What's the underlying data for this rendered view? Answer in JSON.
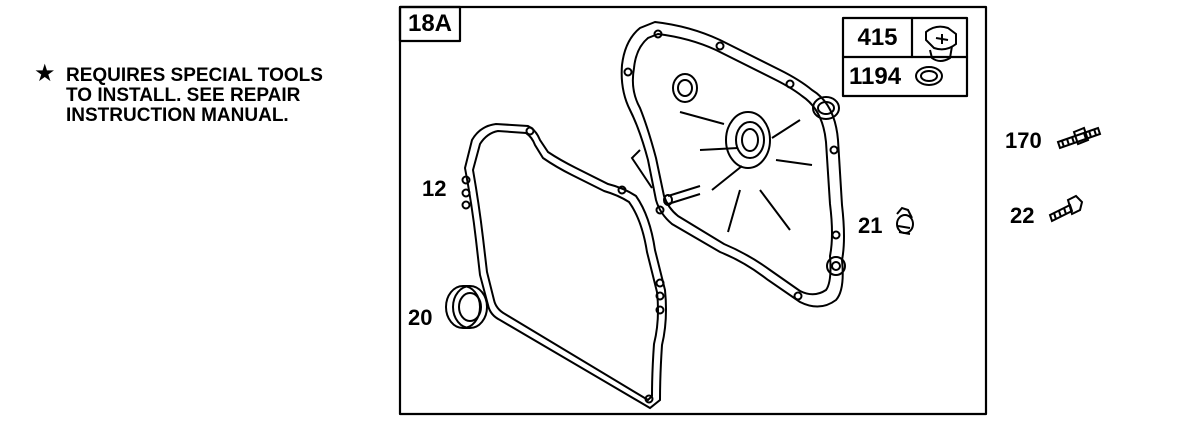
{
  "note": {
    "star_icon": "★",
    "lines": [
      "REQUIRES SPECIAL TOOLS",
      "TO INSTALL.  SEE REPAIR",
      "INSTRUCTION MANUAL."
    ]
  },
  "diagram_id": "18A",
  "kit_labels": [
    "415",
    "1194"
  ],
  "parts": {
    "p12": "12",
    "p20": "20",
    "p21": "21",
    "p170": "170",
    "p22": "22"
  }
}
